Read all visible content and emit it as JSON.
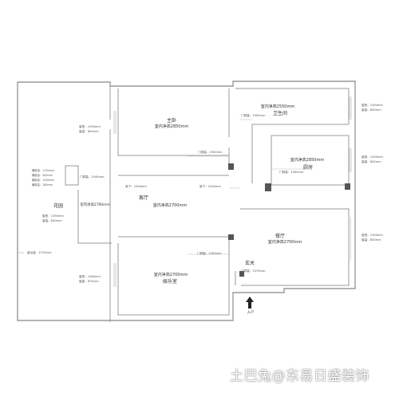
{
  "rooms": {
    "master_bedroom": {
      "name": "主卧",
      "area": "室内净高2850mm"
    },
    "bathroom": {
      "area": "室内净高2550mm",
      "name": "卫生间"
    },
    "kitchen": {
      "area": "室内净高2850mm",
      "name": "厨房"
    },
    "garden": {
      "name": "花园"
    },
    "garden_height": "室内净高2700mm",
    "living_left": {
      "name": "客厅",
      "area": "室内净高2700mm"
    },
    "living_right": {
      "name": "餐厅",
      "area": "室内净高2700mm"
    },
    "study": {
      "area": "室内净高2700mm",
      "name": "娱乐室"
    },
    "entry": {
      "name": "玄关"
    }
  },
  "entrance": {
    "label": "入户"
  },
  "dims": {
    "win_master_w": "窗宽：1450mm",
    "win_master_h": "窗高：800mm",
    "door_master": "门洞高：1900mm",
    "door_bath": "门洞高：1900mm",
    "win_bath_w": "窗宽：1450mm",
    "win_bath_h": "窗高：800mm",
    "door_kitchen": "门洞高：1900mm",
    "win_kitchen_w": "窗宽：1450mm",
    "win_kitchen_h": "窗高：800mm",
    "garden_1": "横梁高：1150mm",
    "garden_2": "横梁高：500mm",
    "garden_3": "横梁高：1200mm",
    "garden_4": "横梁高：180mm",
    "door_garden": "门洞高：2540mm",
    "beam_left": "梁下：2450mm",
    "beam_right": "梁下：2450mm",
    "win_garden_w": "窗宽：1550mm",
    "win_garden_h": "窗高：840mm",
    "win_right_w": "窗宽：1450mm",
    "win_right_h": "窗高：800mm",
    "win_bottom_left": "窗台高：1970mm",
    "door_study": "门洞高：1900mm",
    "win_study_w": "窗宽：1460mm",
    "win_study_h": "窗高：875mm",
    "door_entry": "门洞高：1375mm"
  },
  "watermark": "土巴兔@东易日盛装饰"
}
